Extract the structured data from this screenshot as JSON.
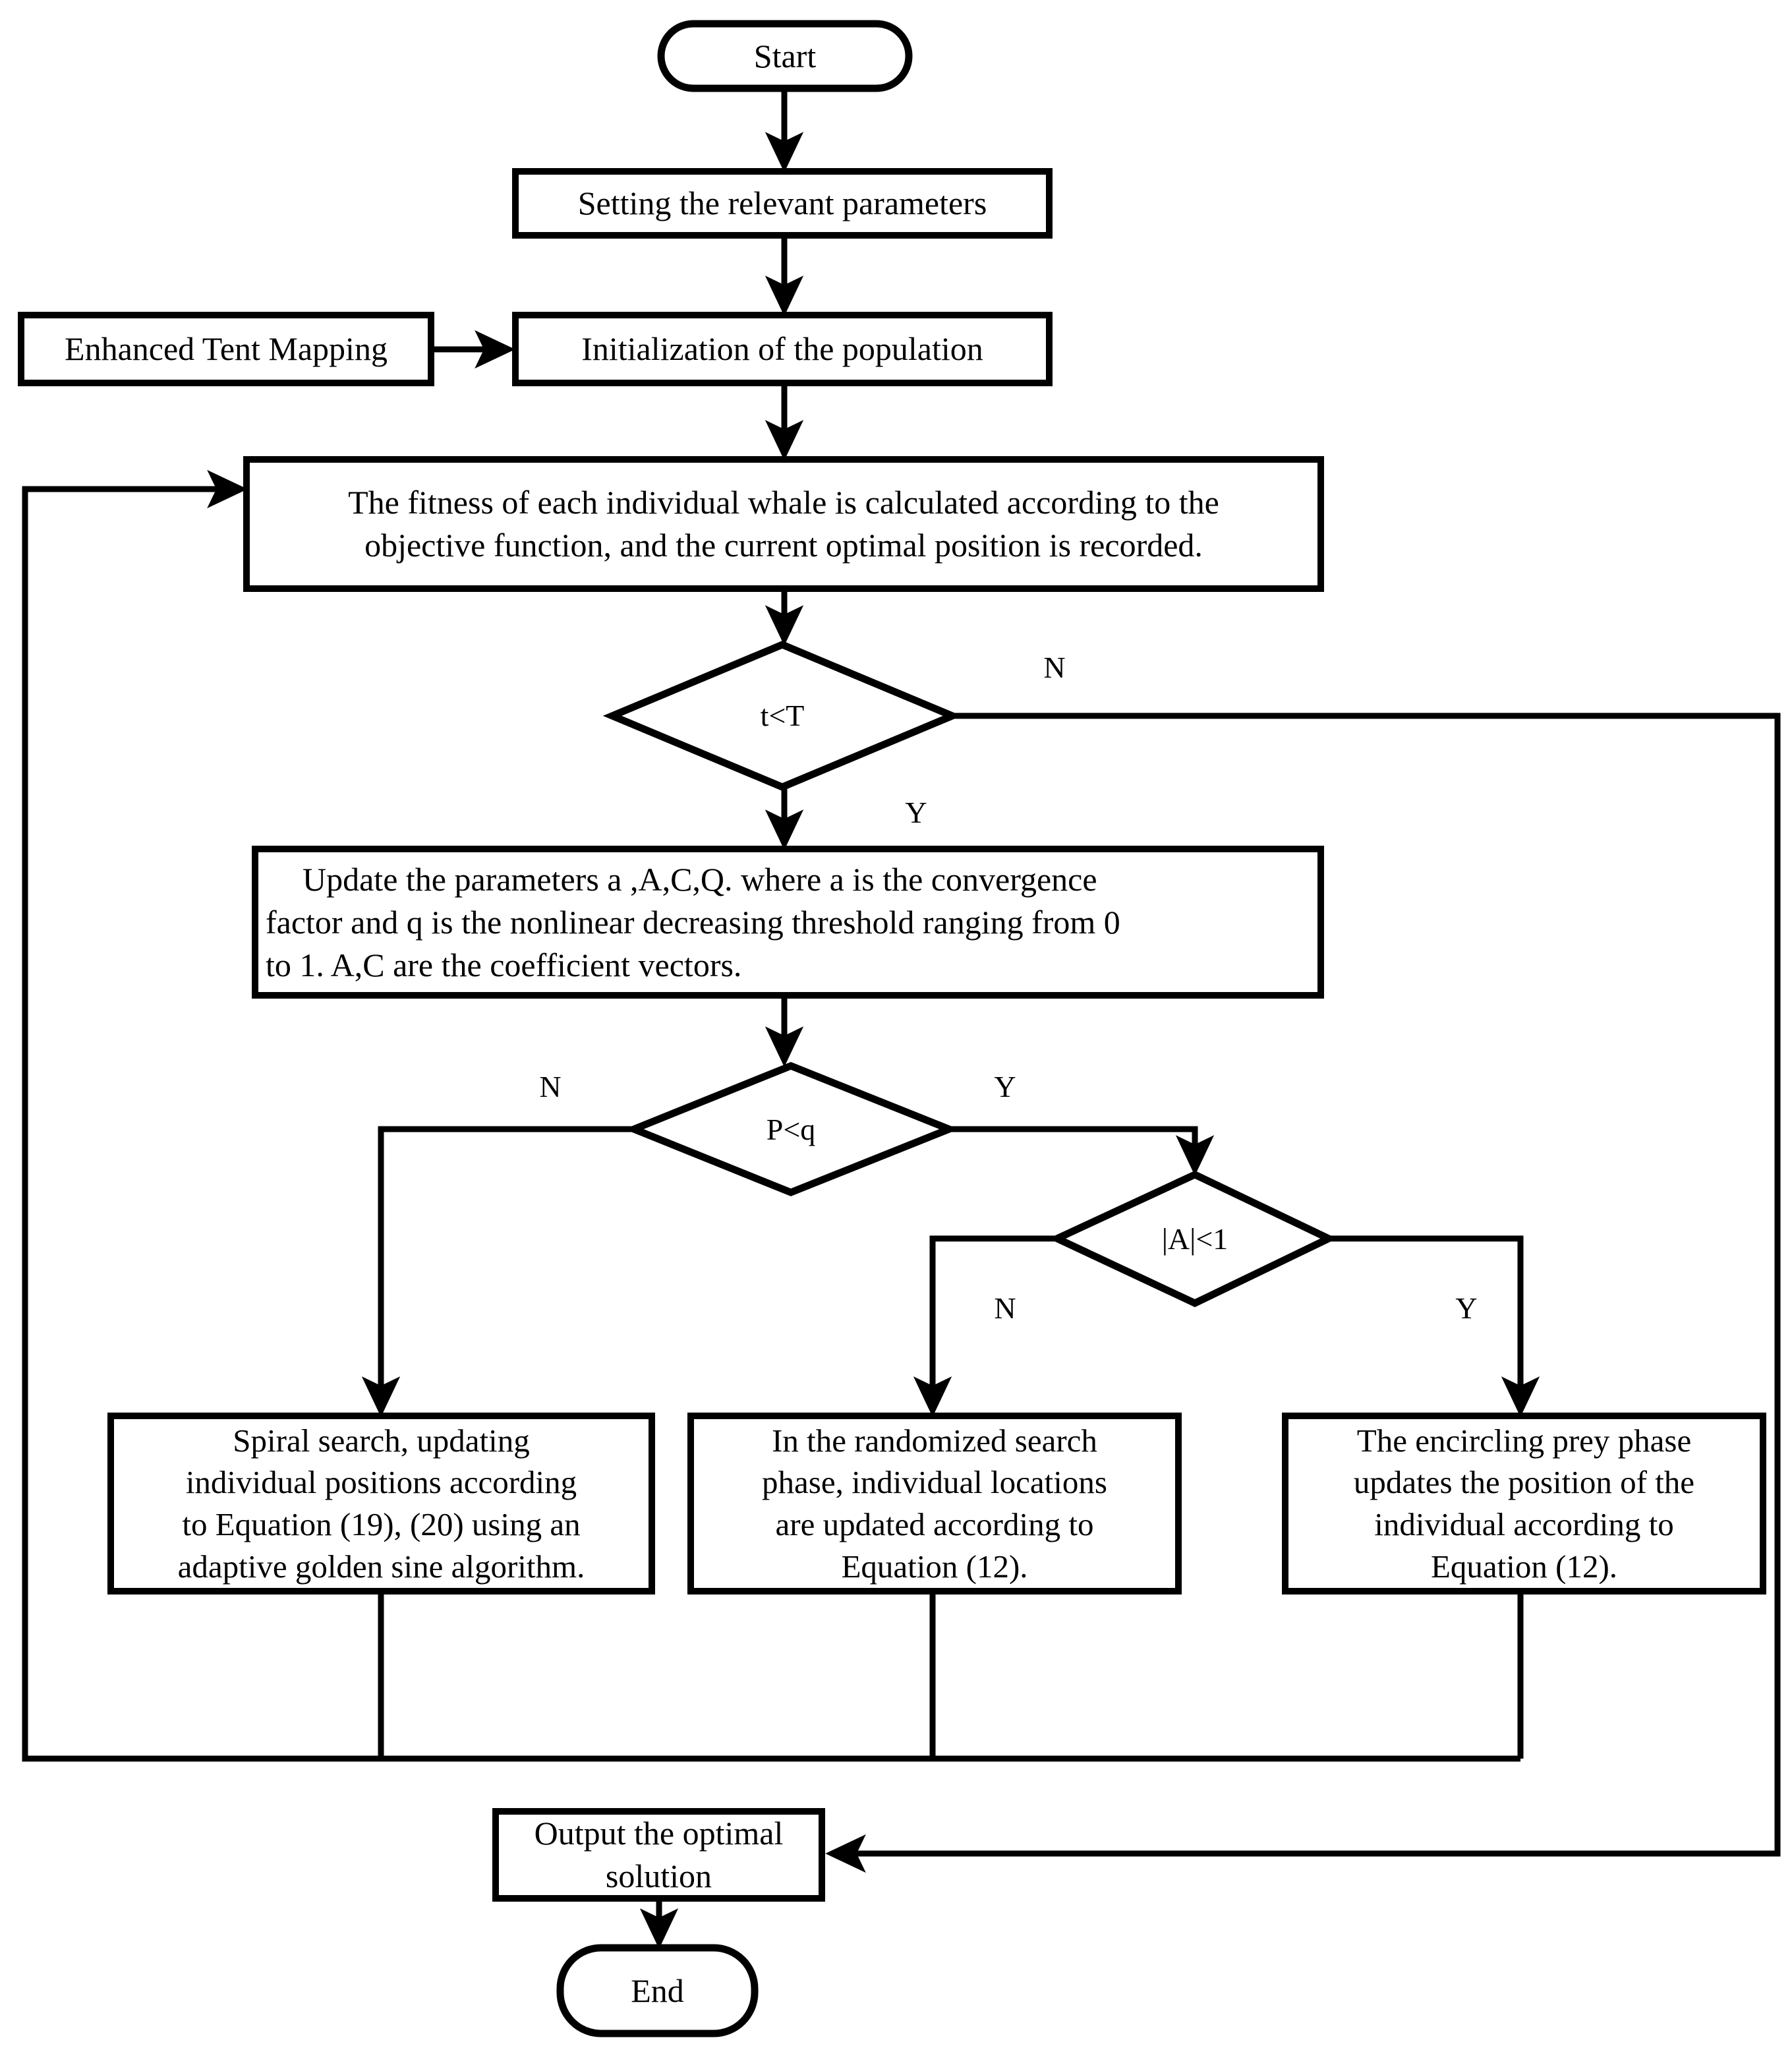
{
  "diagram": {
    "title": "Improved Whale Optimization Algorithm Flowchart",
    "stroke_color": "#000000",
    "background_color": "#ffffff",
    "nodes": {
      "start": {
        "label": "Start",
        "shape": "terminator"
      },
      "set_params": {
        "label": "Setting the relevant parameters",
        "shape": "process"
      },
      "tent_mapping": {
        "label": "Enhanced Tent Mapping",
        "shape": "process"
      },
      "init_population": {
        "label": "Initialization of the population",
        "shape": "process"
      },
      "fitness": {
        "line1": "The fitness of each individual whale is calculated according to the",
        "line2": "objective function, and the current optimal position is recorded.",
        "shape": "process"
      },
      "decide_t": {
        "label": "t<T",
        "shape": "decision"
      },
      "update_params": {
        "line1": "Update the parameters a ,A,C,Q. where a is the convergence",
        "line2": "factor and q is the nonlinear decreasing threshold ranging from 0",
        "line3": "to 1. A,C are the coefficient vectors.",
        "shape": "process"
      },
      "decide_p": {
        "label": "P<q",
        "shape": "decision"
      },
      "decide_a": {
        "label": "|A|<1",
        "shape": "decision"
      },
      "spiral_search": {
        "line1": "Spiral search, updating",
        "line2": "individual positions according",
        "line3": "to Equation (19), (20) using an",
        "line4": "adaptive golden sine algorithm.",
        "shape": "process"
      },
      "random_search": {
        "line1": "In the randomized search",
        "line2": "phase, individual locations",
        "line3": "are updated according to",
        "line4": "Equation (12).",
        "shape": "process"
      },
      "encircling_prey": {
        "line1": "The encircling prey phase",
        "line2": "updates the position of the",
        "line3": "individual according to",
        "line4": "Equation (12).",
        "shape": "process"
      },
      "output": {
        "label": "Output the optimal solution",
        "shape": "process"
      },
      "end": {
        "label": "End",
        "shape": "terminator"
      }
    },
    "edge_labels": {
      "t_no": "N",
      "t_yes": "Y",
      "p_no": "N",
      "p_yes": "Y",
      "a_no": "N",
      "a_yes": "Y"
    }
  }
}
